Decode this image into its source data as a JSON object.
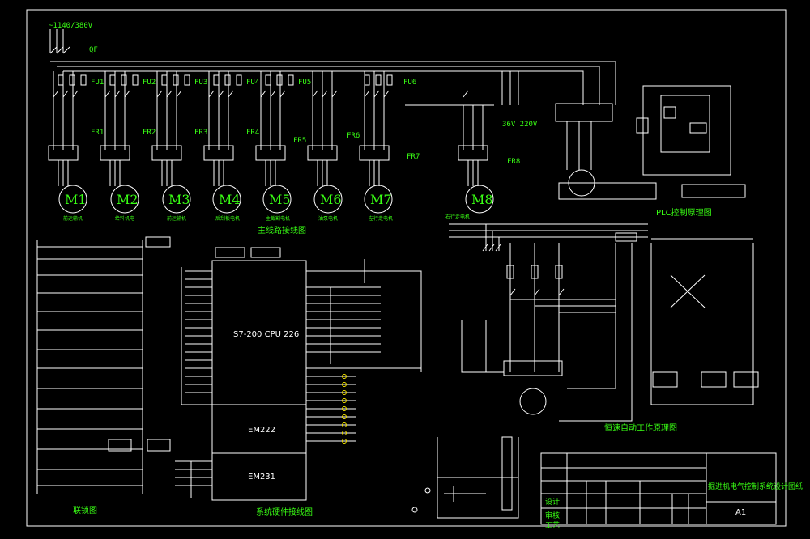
{
  "colors": {
    "background": "#000000",
    "line": "#ffffff",
    "label": "#39ff14",
    "accent": "#f5e600"
  },
  "power": {
    "supply_label": "~1140/380V",
    "breaker_label": "QF",
    "transformer_out_label": "36V 220V"
  },
  "fuses": [
    "FU1",
    "FU2",
    "FU3",
    "FU4",
    "FU5",
    "FU6"
  ],
  "relays": [
    "FR1",
    "FR2",
    "FR3",
    "FR4",
    "FR5",
    "FR6",
    "FR7",
    "FR8"
  ],
  "motors": [
    {
      "label": "M1",
      "name": "前运输机"
    },
    {
      "label": "M2",
      "name": "给料机电"
    },
    {
      "label": "M3",
      "name": "前运输机"
    },
    {
      "label": "M4",
      "name": "后刮板电机"
    },
    {
      "label": "M5",
      "name": "主截割电机"
    },
    {
      "label": "M6",
      "name": "油泵电机"
    },
    {
      "label": "M7",
      "name": "左行走电机"
    },
    {
      "label": "M8",
      "name": "右行走电机"
    }
  ],
  "titles": {
    "main_circuit": "主线路接线图",
    "plc_wiring": "系统硬件接线图",
    "plc_control": "PLC控制原理图",
    "speed_auto": "恒速自动工作原理图",
    "interlock": "联锁图"
  },
  "plc": {
    "cpu": "S7-200 CPU 226",
    "module1": "EM222",
    "module2": "EM231"
  },
  "title_block": {
    "drawing_name": "掘进机电气控制系统设计图纸",
    "scale": "A1",
    "row_labels": [
      "设计",
      "审核",
      "工艺"
    ]
  }
}
